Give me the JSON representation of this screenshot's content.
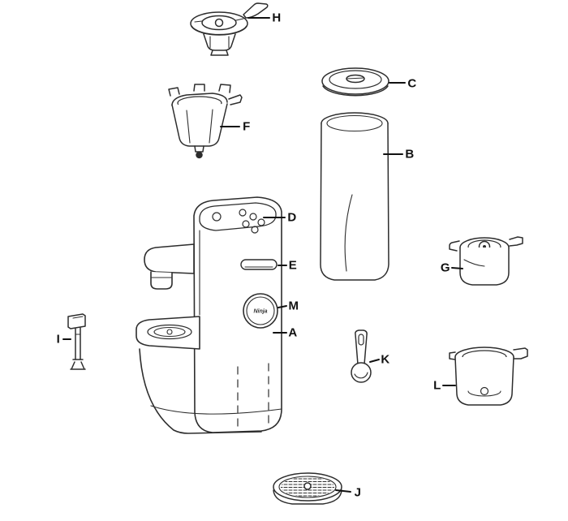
{
  "diagram": {
    "kind": "exploded-parts-diagram",
    "badge_text": "Ninja",
    "colors": {
      "line": "#2d2d2d",
      "label": "#111111",
      "background": "#ffffff"
    }
  },
  "parts": [
    {
      "letter": "H",
      "name": "lid-assembly"
    },
    {
      "letter": "C",
      "name": "reservoir-lid"
    },
    {
      "letter": "F",
      "name": "brew-basket"
    },
    {
      "letter": "B",
      "name": "water-reservoir"
    },
    {
      "letter": "D",
      "name": "control-panel"
    },
    {
      "letter": "E",
      "name": "release-handle"
    },
    {
      "letter": "G",
      "name": "pod-adapter"
    },
    {
      "letter": "M",
      "name": "brand-badge"
    },
    {
      "letter": "A",
      "name": "main-unit"
    },
    {
      "letter": "I",
      "name": "frother-whisk"
    },
    {
      "letter": "K",
      "name": "coffee-scoop"
    },
    {
      "letter": "L",
      "name": "cup-holder"
    },
    {
      "letter": "J",
      "name": "drip-tray"
    }
  ]
}
